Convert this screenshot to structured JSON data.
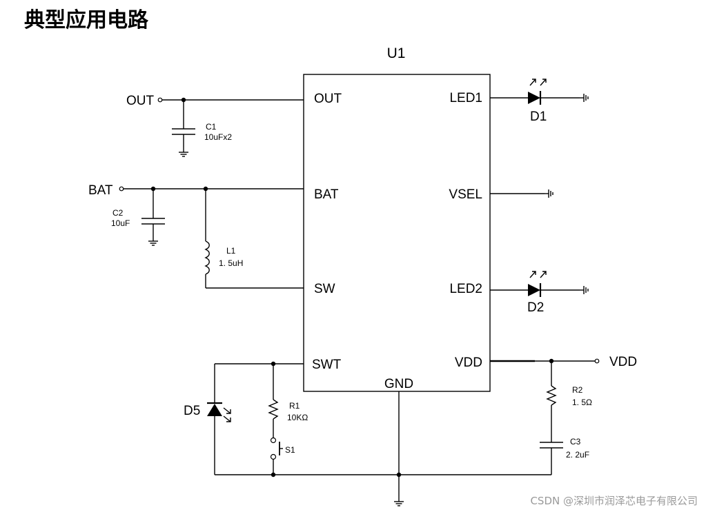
{
  "title": "典型应用电路",
  "watermark": "CSDN @深圳市润泽芯电子有限公司",
  "chip": {
    "ref": "U1",
    "pins_left": [
      "OUT",
      "BAT",
      "SW",
      "SWT"
    ],
    "pins_right": [
      "LED1",
      "VSEL",
      "LED2",
      "VDD"
    ],
    "pin_bottom": "GND"
  },
  "nets": {
    "out": "OUT",
    "bat": "BAT",
    "vdd": "VDD"
  },
  "components": {
    "c1": {
      "ref": "C1",
      "value": "10uFx2"
    },
    "c2": {
      "ref": "C2",
      "value": "10uF"
    },
    "l1": {
      "ref": "L1",
      "value": "1. 5uH"
    },
    "d1": {
      "ref": "D1"
    },
    "d2": {
      "ref": "D2"
    },
    "d5": {
      "ref": "D5"
    },
    "r1": {
      "ref": "R1",
      "value": "10KΩ"
    },
    "s1": {
      "ref": "S1"
    },
    "r2": {
      "ref": "R2",
      "value": "1. 5Ω"
    },
    "c3": {
      "ref": "C3",
      "value": "2. 2uF"
    }
  }
}
